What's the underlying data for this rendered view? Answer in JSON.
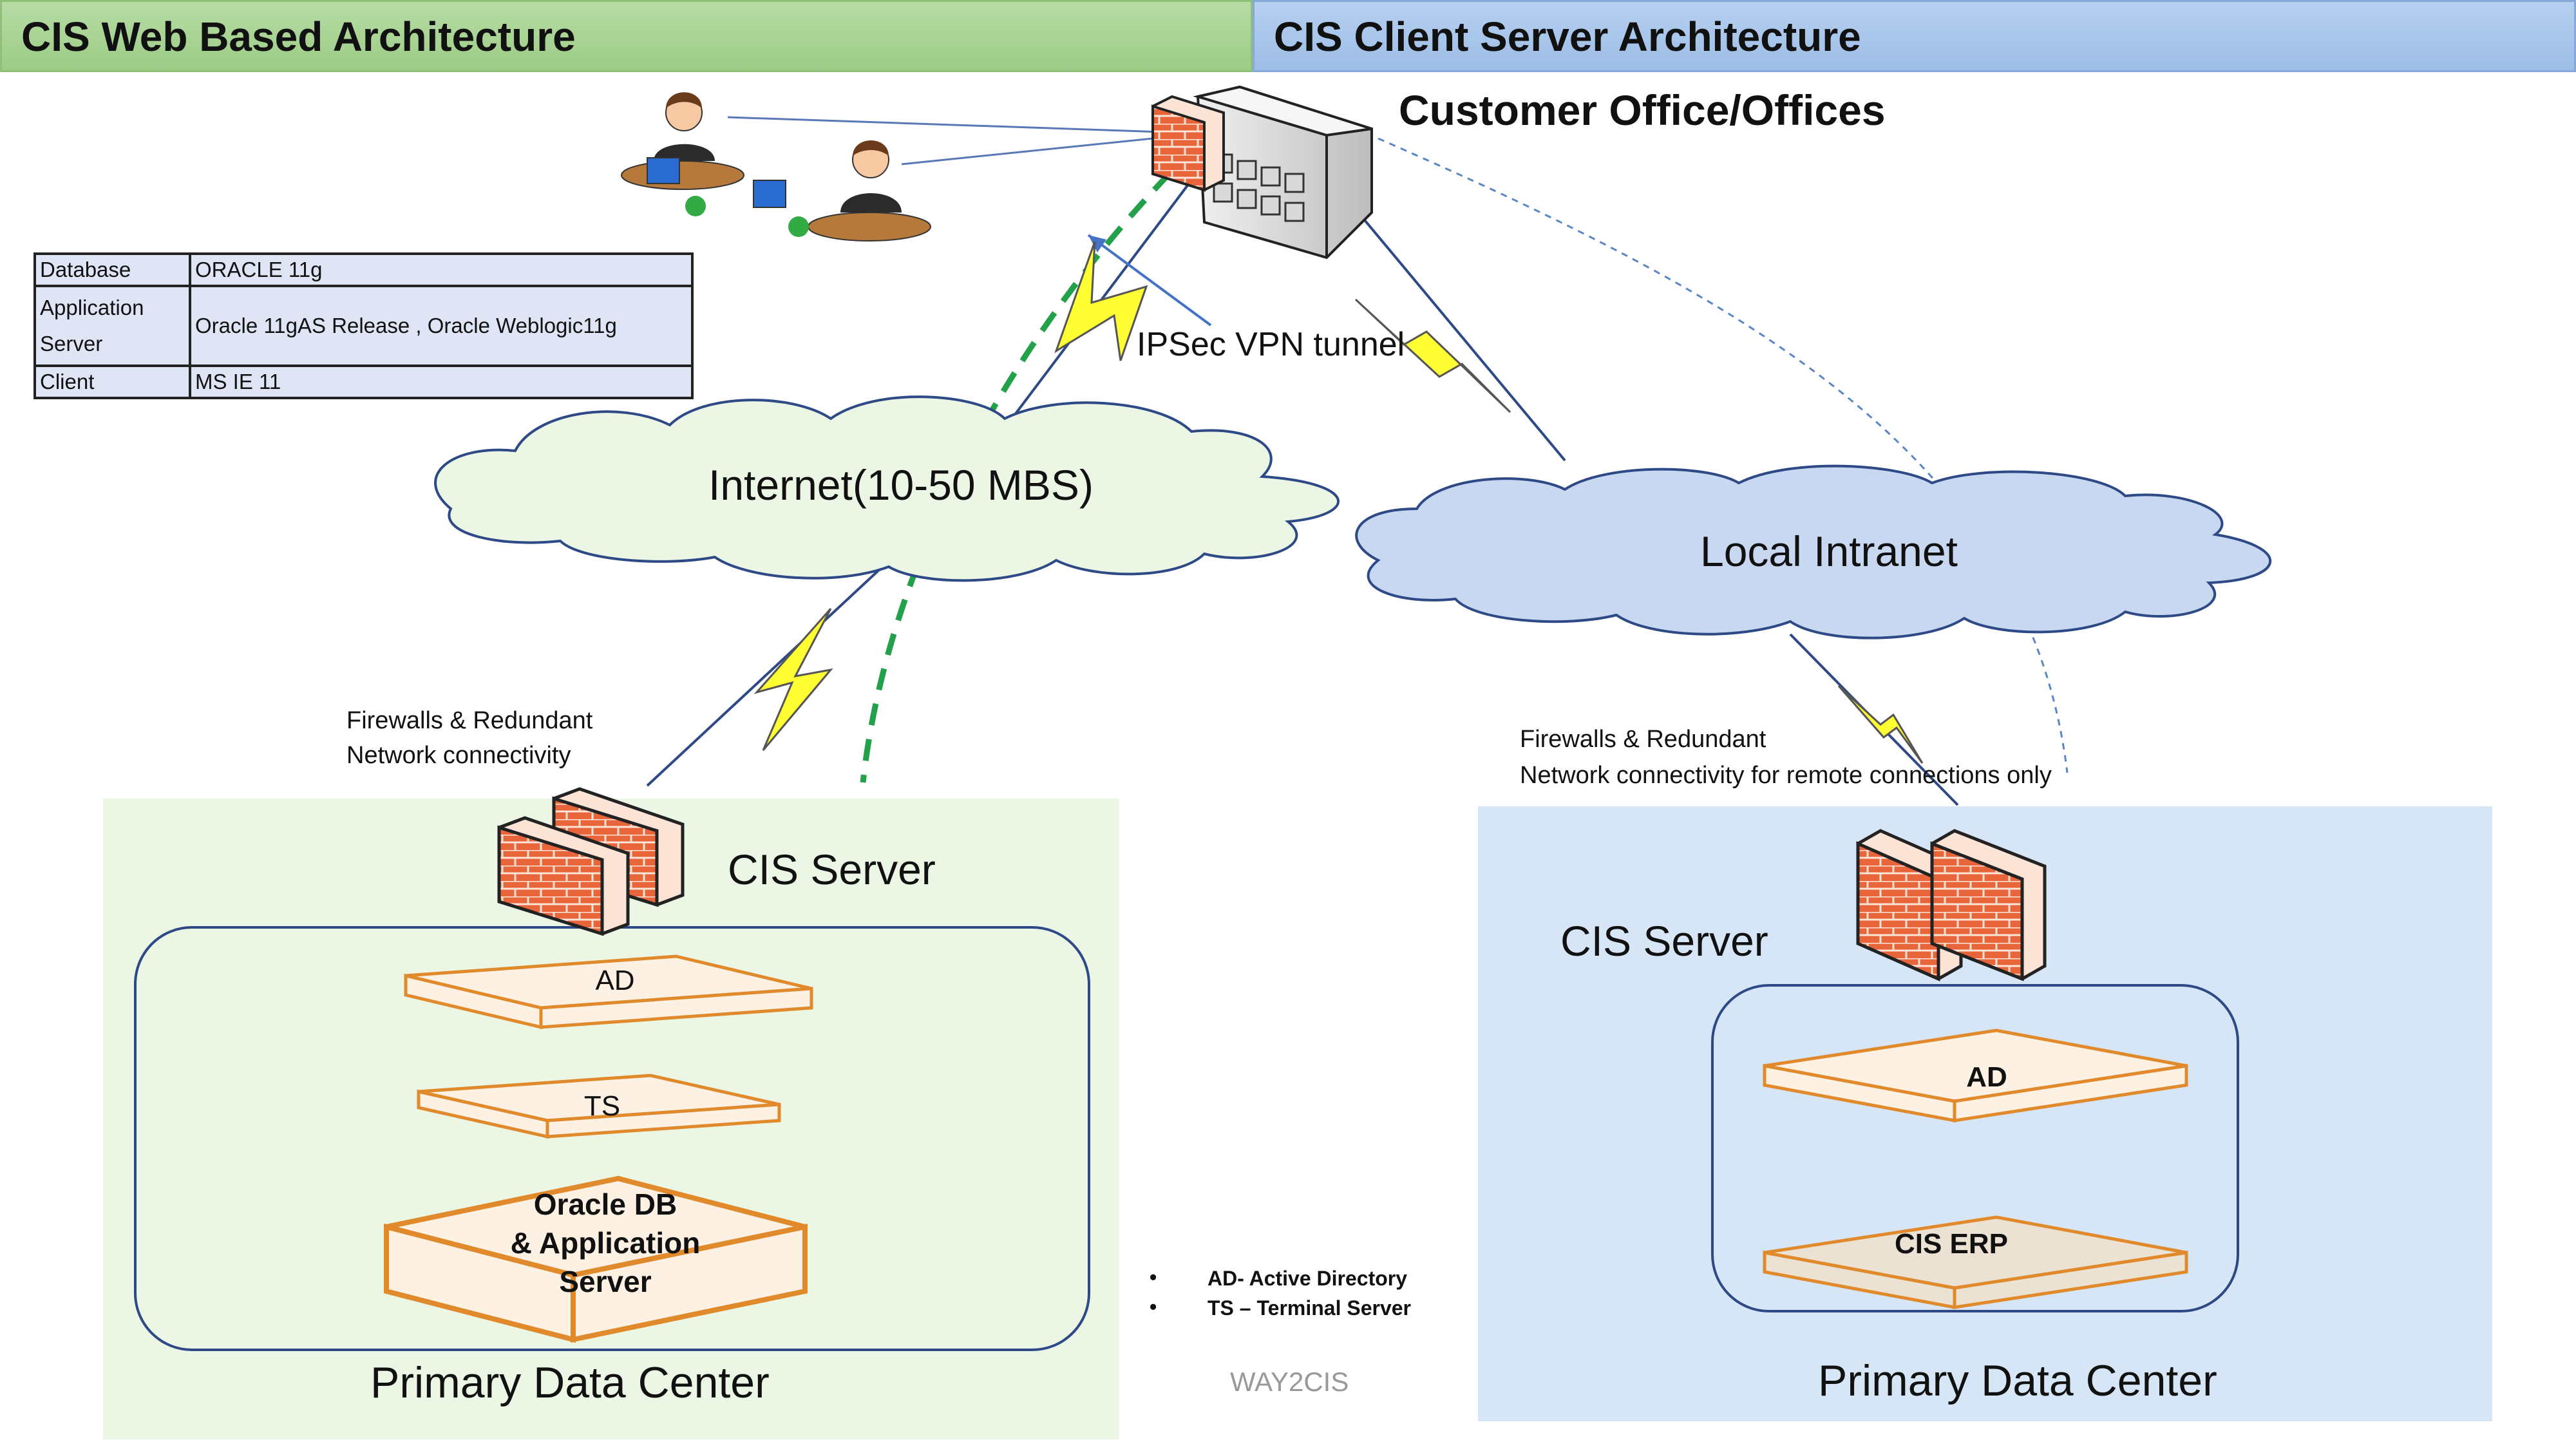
{
  "headers": {
    "left_title": "CIS Web Based Architecture",
    "right_title": "CIS Client Server Architecture"
  },
  "office": {
    "label": "Customer Office/Offices"
  },
  "info_table": {
    "rows": [
      {
        "key": "Database",
        "value": "ORACLE 11g"
      },
      {
        "key": "Application Server",
        "value": "Oracle 11gAS Release , Oracle Weblogic11g"
      },
      {
        "key": "Client",
        "value": "MS IE 11"
      }
    ]
  },
  "vpn_label": "IPSec VPN tunnel",
  "clouds": {
    "internet": "Internet(10-50 MBS)",
    "intranet": "Local Intranet"
  },
  "left_dc": {
    "firewall_note_line1": "Firewalls & Redundant",
    "firewall_note_line2": "Network connectivity",
    "server_title": "CIS Server",
    "servers": [
      "AD",
      "TS",
      "Oracle  DB",
      "& Application",
      "Server"
    ],
    "footer": "Primary Data Center"
  },
  "right_dc": {
    "firewall_note_line1": "Firewalls & Redundant",
    "firewall_note_line2": "Network connectivity for remote connections only",
    "server_title": "CIS Server",
    "servers": [
      "AD",
      "CIS ERP"
    ],
    "footer": "Primary Data Center"
  },
  "legend": {
    "items": [
      "AD- Active Directory",
      "TS – Terminal Server"
    ]
  },
  "watermark": "WAY2CIS",
  "colors": {
    "left_header": "#9ccc86",
    "right_header": "#9dbde6",
    "left_panel": "#ecf6e4",
    "right_panel": "#d7e6f6",
    "lightning": "#ffff33",
    "firewall": "#e8643a",
    "server_outline": "#e08a2c",
    "vpn_dash": "#22a04a"
  }
}
